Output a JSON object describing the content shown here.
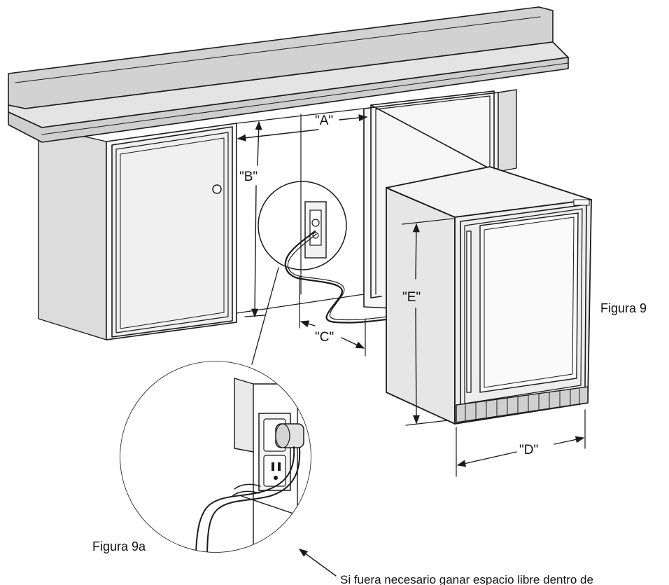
{
  "dimension_labels": {
    "a": "\"A\"",
    "b": "\"B\"",
    "c": "\"C\"",
    "d": "\"D\"",
    "e": "\"E\""
  },
  "captions": {
    "figure_main": "Figura 9",
    "figure_detail": "Figura 9a"
  },
  "note_text": "Si fuera necesario ganar espacio libre dentro de",
  "colors": {
    "line": "#1a1a1a",
    "counter_top": "#d9d9d9",
    "cabinet_front": "#f4f4f4",
    "cabinet_side": "#dcdcdc",
    "appliance_side": "#e6e6e6",
    "appliance_front": "#eeeeee"
  }
}
